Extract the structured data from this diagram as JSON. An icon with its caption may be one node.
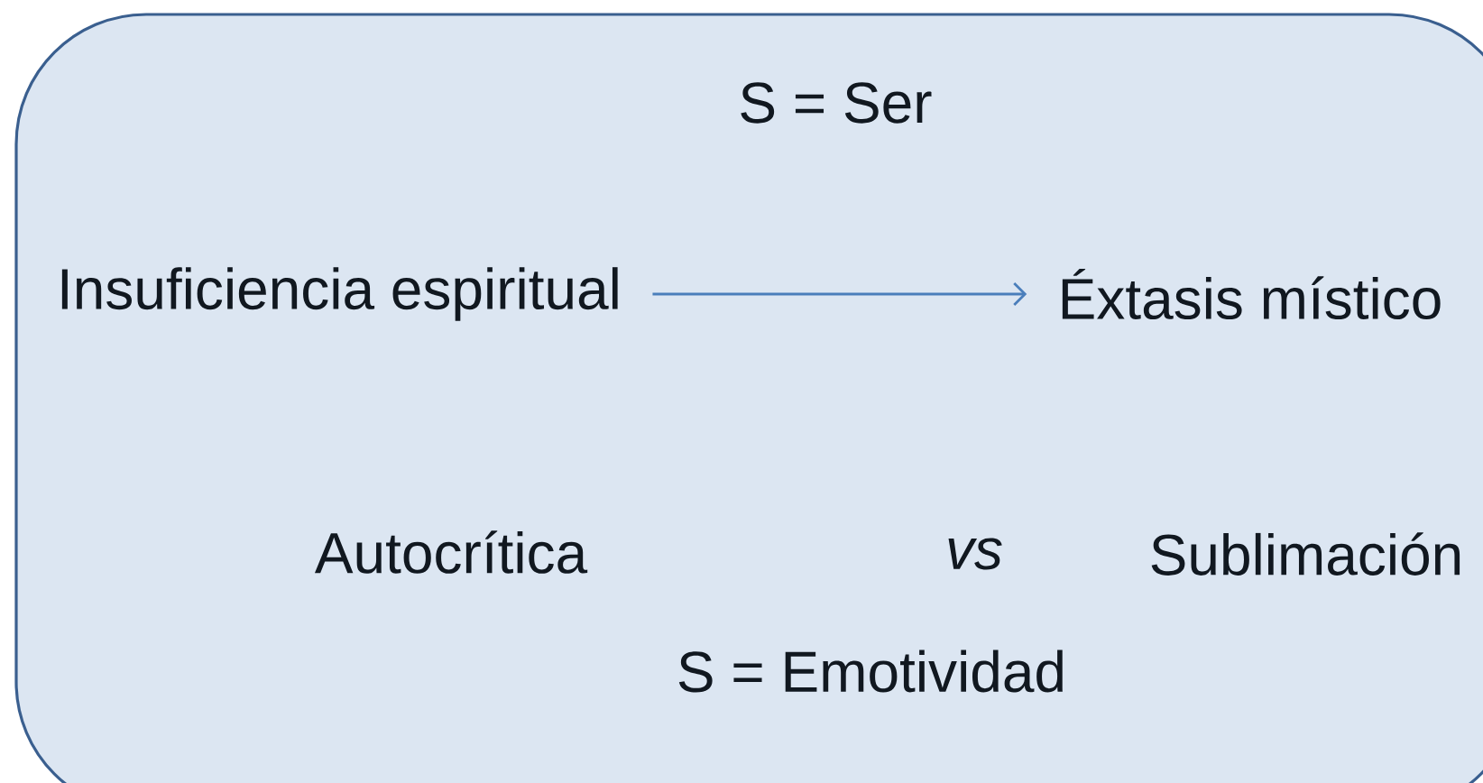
{
  "diagram": {
    "nodes": [
      {
        "text": [],
        "shape": "box"
      },
      {
        "text": [
          "Insuficiencia espiritual"
        ],
        "in": 0
      },
      {
        "text": [
          "Éxtasis místico"
        ],
        "in": 0
      }
    ],
    "edges": [
      {
        "from": 1,
        "to": 2,
        "arrow": "to"
      }
    ],
    "labels": [
      "S = Ser",
      "Autocrítica",
      "vs",
      "Sublimación",
      "S = Emotividad"
    ]
  }
}
